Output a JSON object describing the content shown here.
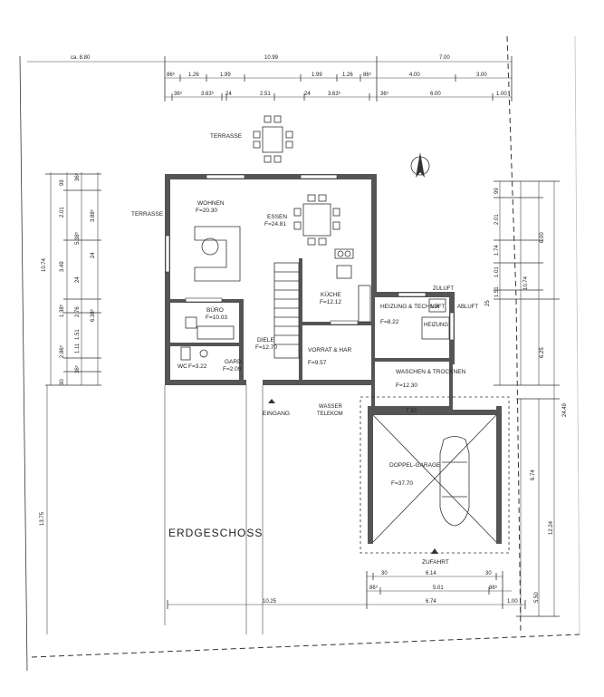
{
  "title": "ERDGESCHOSS",
  "rooms": [
    {
      "name": "WOHNEN",
      "area": "F=20.30"
    },
    {
      "name": "ESSEN",
      "area": "F=24.81"
    },
    {
      "name": "KÜCHE",
      "area": "F=12.12"
    },
    {
      "name": "BÜRO",
      "area": "F=10.03"
    },
    {
      "name": "DIELE",
      "area": "F=12.70"
    },
    {
      "name": "VORRAT & HAR",
      "area": "F=9.57"
    },
    {
      "name": "WC",
      "area": "F=3.22"
    },
    {
      "name": "GARD.",
      "area": "F=2.09"
    },
    {
      "name": "HEIZUNG & TECHNIK",
      "area": "F=8.22"
    },
    {
      "name": "WASCHEN & TROCKNEN",
      "area": "F=12.30"
    },
    {
      "name": "DOPPEL-GARAGE",
      "area": "F=37.70"
    }
  ],
  "labels": {
    "terrasse_top": "TERRASSE",
    "terrasse_left": "TERRASSE",
    "eingang": "EINGANG",
    "wasser": "WASSER",
    "telekom": "TELEKOM",
    "zufahrt": "ZUFAHRT",
    "zuluft": "ZULUFT",
    "abluft": "ABLUFT",
    "lüft": "LÜFT",
    "heizung_unit": "HEIZUNG"
  },
  "dimensions": {
    "top_row1": [
      "ca. 8.80",
      "10.99",
      "7.00"
    ],
    "top_row2": [
      "86⁵",
      "1.26",
      "1.99",
      "1.99",
      "1.26",
      "86⁵",
      "4.00",
      "3.00"
    ],
    "top_row3": [
      "36⁵",
      "3.63⁵",
      "24",
      "2.51",
      "24",
      "3.63⁵",
      "36⁵",
      "6.00",
      "1.00"
    ],
    "left_outer": [
      "10.74",
      "13.75"
    ],
    "left_inner": [
      "2.01",
      "3.49",
      "1.38⁵",
      "2.86⁵",
      "5.38⁵",
      "24",
      "2.76",
      "3.88⁵",
      "6.38⁵",
      "99",
      "36⁵",
      "1.51",
      "1.11",
      "36⁵",
      "30",
      "24"
    ],
    "right": [
      "99",
      "2.01",
      "1.74",
      "1.01",
      "1.51",
      "6.00",
      "10.74",
      "25",
      "6.25",
      "24.49",
      "6.74",
      "12.24",
      "5.50"
    ],
    "garage_t": "T 30",
    "bottom_row1": [
      "30",
      "6.14",
      "30"
    ],
    "bottom_row2": [
      "86⁵",
      "5.01",
      "86⁵"
    ],
    "bottom_row3": [
      "10.25",
      "6.74",
      "1.00"
    ]
  }
}
